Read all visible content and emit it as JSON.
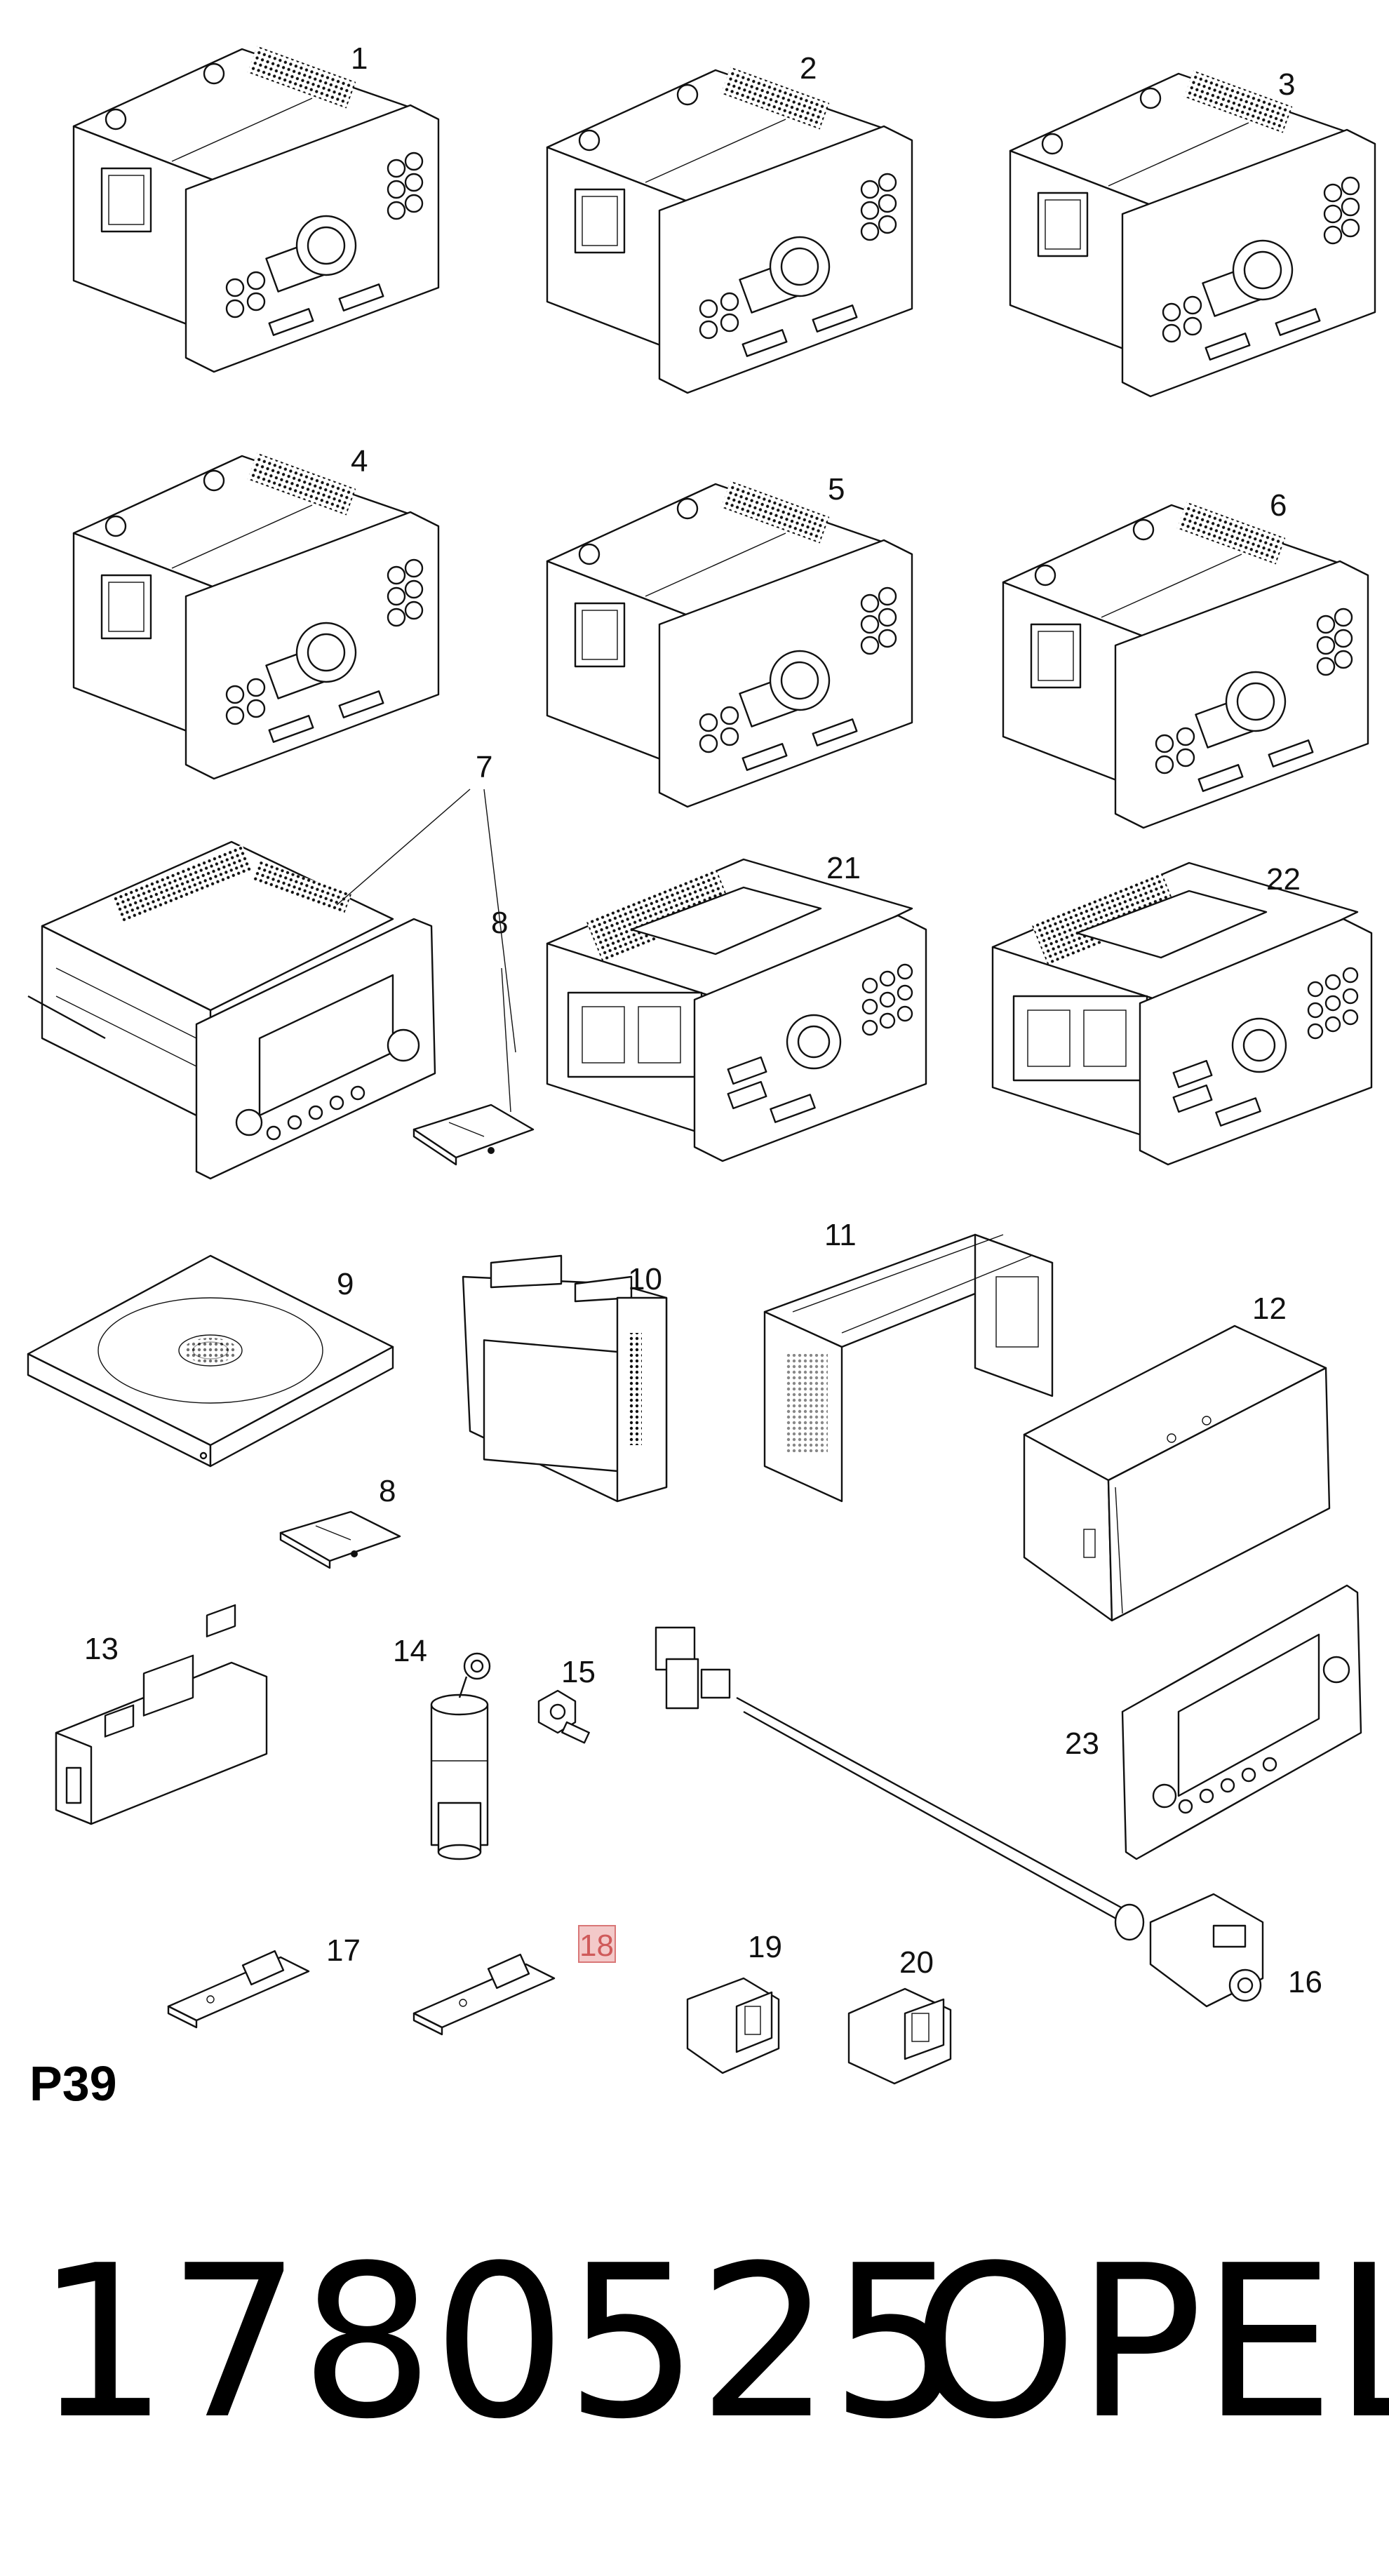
{
  "diagram": {
    "callouts": [
      {
        "id": "1",
        "label": "1"
      },
      {
        "id": "2",
        "label": "2"
      },
      {
        "id": "3",
        "label": "3"
      },
      {
        "id": "4",
        "label": "4"
      },
      {
        "id": "5",
        "label": "5"
      },
      {
        "id": "6",
        "label": "6"
      },
      {
        "id": "7",
        "label": "7"
      },
      {
        "id": "8a",
        "label": "8"
      },
      {
        "id": "21",
        "label": "21"
      },
      {
        "id": "22",
        "label": "22"
      },
      {
        "id": "9",
        "label": "9"
      },
      {
        "id": "10",
        "label": "10"
      },
      {
        "id": "11",
        "label": "11"
      },
      {
        "id": "12",
        "label": "12"
      },
      {
        "id": "8b",
        "label": "8"
      },
      {
        "id": "13",
        "label": "13"
      },
      {
        "id": "14",
        "label": "14"
      },
      {
        "id": "15",
        "label": "15"
      },
      {
        "id": "23",
        "label": "23"
      },
      {
        "id": "17",
        "label": "17"
      },
      {
        "id": "18",
        "label": "18",
        "highlighted": true
      },
      {
        "id": "19",
        "label": "19"
      },
      {
        "id": "20",
        "label": "20"
      },
      {
        "id": "16",
        "label": "16"
      }
    ],
    "highlight_color": "#d97777"
  },
  "footer": {
    "page_code": "P39",
    "part_number": "1780525",
    "brand": "OPEL"
  }
}
